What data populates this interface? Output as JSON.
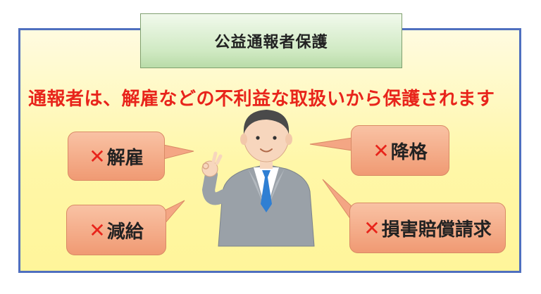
{
  "title": "公益通報者保護",
  "headline": "通報者は、解雇などの不利益な取扱いから保護されます",
  "bubbles": {
    "dismissal": "解雇",
    "demotion": "降格",
    "pay_cut": "減給",
    "damages": "損害賠償請求"
  },
  "mark": "✕",
  "colors": {
    "frame_border": "#4f6fbf",
    "headline": "#e8241b",
    "bubble": "#f4a684",
    "title_box": "#cfe9c2"
  }
}
